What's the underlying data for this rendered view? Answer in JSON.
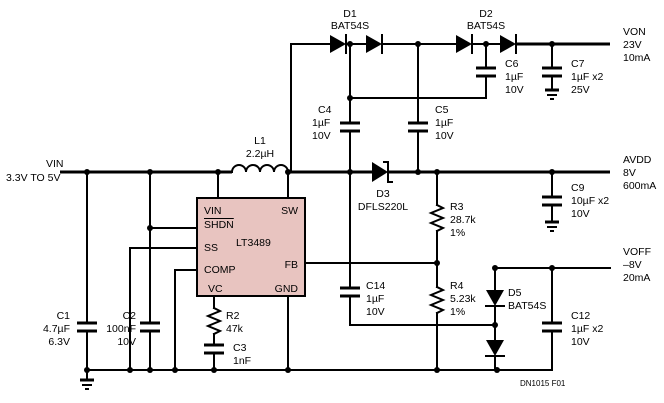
{
  "ic": {
    "name": "LT3489",
    "pins": {
      "vin": "VIN",
      "shdn": "SHDN",
      "ss": "SS",
      "comp": "COMP",
      "vc": "VC",
      "sw": "SW",
      "fb": "FB",
      "gnd": "GND"
    }
  },
  "components": {
    "l1": {
      "ref": "L1",
      "value": "2.2µH"
    },
    "d1": {
      "ref": "D1",
      "value": "BAT54S"
    },
    "d2": {
      "ref": "D2",
      "value": "BAT54S"
    },
    "d3": {
      "ref": "D3",
      "value": "DFLS220L"
    },
    "d5": {
      "ref": "D5",
      "value": "BAT54S"
    },
    "c1": {
      "ref": "C1",
      "value": "4.7µF",
      "rating": "6.3V"
    },
    "c2": {
      "ref": "C2",
      "value": "100nF",
      "rating": "10V"
    },
    "c3": {
      "ref": "C3",
      "value": "1nF"
    },
    "c4": {
      "ref": "C4",
      "value": "1µF",
      "rating": "10V"
    },
    "c5": {
      "ref": "C5",
      "value": "1µF",
      "rating": "10V"
    },
    "c6": {
      "ref": "C6",
      "value": "1µF",
      "rating": "10V"
    },
    "c7": {
      "ref": "C7",
      "value": "1µF x2",
      "rating": "25V"
    },
    "c9": {
      "ref": "C9",
      "value": "10µF x2",
      "rating": "10V"
    },
    "c12": {
      "ref": "C12",
      "value": "1µF x2",
      "rating": "10V"
    },
    "c14": {
      "ref": "C14",
      "value": "1µF",
      "rating": "10V"
    },
    "r2": {
      "ref": "R2",
      "value": "47k"
    },
    "r3": {
      "ref": "R3",
      "value": "28.7k",
      "tol": "1%"
    },
    "r4": {
      "ref": "R4",
      "value": "5.23k",
      "tol": "1%"
    }
  },
  "rails": {
    "vin": {
      "name": "VIN",
      "range": "3.3V TO 5V"
    },
    "von": {
      "name": "VON",
      "voltage": "23V",
      "current": "10mA"
    },
    "avdd": {
      "name": "AVDD",
      "voltage": "8V",
      "current": "600mA"
    },
    "voff": {
      "name": "VOFF",
      "voltage": "–8V",
      "current": "20mA"
    }
  },
  "figure_id": "DN1015 F01"
}
